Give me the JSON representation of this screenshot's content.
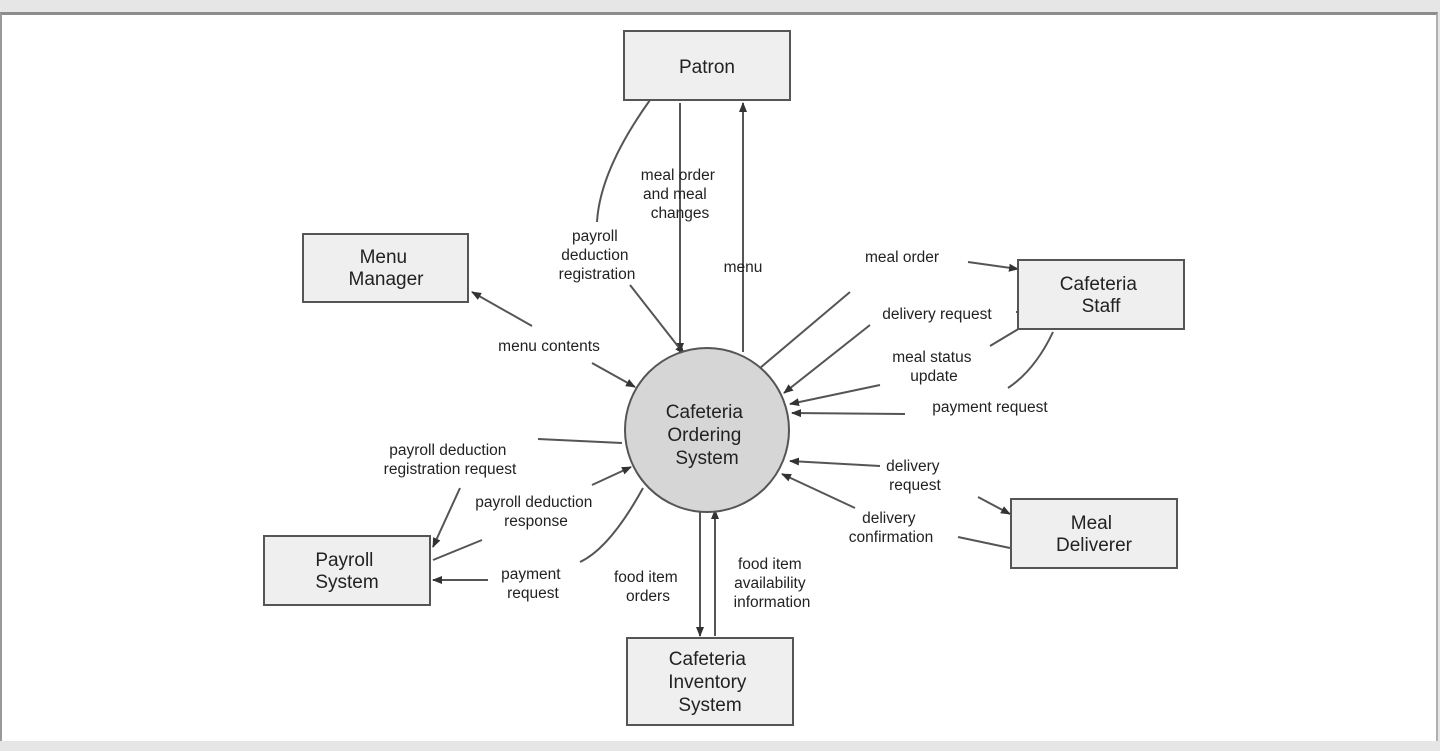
{
  "entities": {
    "patron": "Patron",
    "menu_manager": [
      "Menu",
      "Manager"
    ],
    "cafeteria_staff": [
      "Cafeteria",
      "Staff"
    ],
    "payroll_system": [
      "Payroll",
      "System"
    ],
    "meal_deliverer": [
      "Meal",
      "Deliverer"
    ],
    "inventory_system": [
      "Cafeteria",
      "Inventory",
      "System"
    ]
  },
  "process": [
    "Cafeteria",
    "Ordering",
    "System"
  ],
  "flows": {
    "meal_order_changes": [
      "meal order",
      "and meal",
      "changes"
    ],
    "payroll_deduction_registration": [
      "payroll",
      "deduction",
      "registration"
    ],
    "menu": "menu",
    "meal_order": "meal order",
    "delivery_request_staff": "delivery request",
    "meal_status_update": [
      "meal status",
      "update"
    ],
    "payment_request_staff": "payment request",
    "menu_contents": "menu contents",
    "payroll_registration_request": [
      "payroll deduction",
      "registration request"
    ],
    "payroll_deduction_response": [
      "payroll deduction",
      "response"
    ],
    "payment_request_payroll": [
      "payment",
      "request"
    ],
    "food_item_orders": [
      "food item",
      "orders"
    ],
    "food_item_availability": [
      "food item",
      "availability",
      "information"
    ],
    "delivery_request_deliverer": [
      "delivery",
      "request"
    ],
    "delivery_confirmation": [
      "delivery",
      "confirmation"
    ]
  }
}
